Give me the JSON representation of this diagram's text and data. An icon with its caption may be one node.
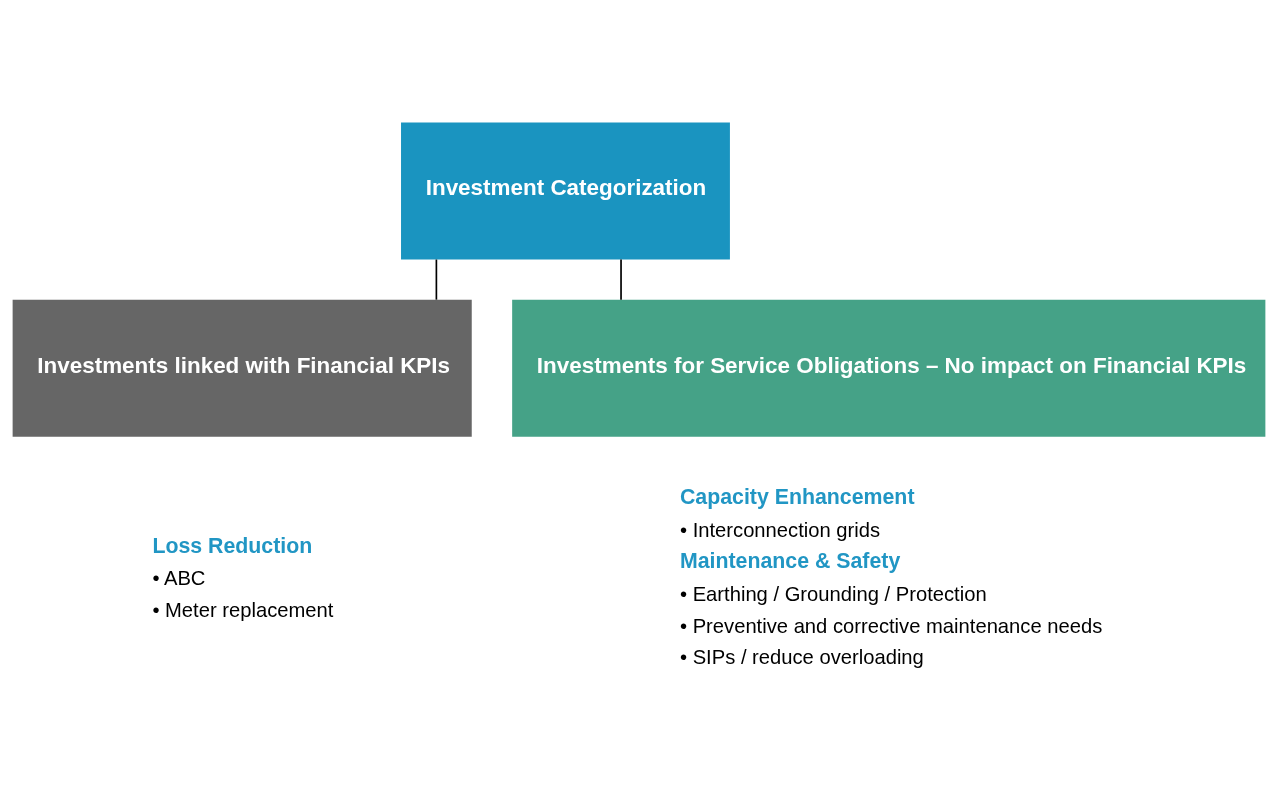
{
  "diagram": {
    "nodes": [
      {
        "text": [
          "Investment Categorization"
        ]
      },
      {
        "text": [
          "Investments linked with Financial KPIs"
        ],
        "beside": [
          "Loss Reduction",
          "• ABC",
          "• Meter replacement"
        ]
      },
      {
        "text": [
          "Investments for Service Obligations – No impact on Financial KPIs"
        ],
        "beside": [
          "Capacity Enhancement",
          "• Interconnection grids",
          "Maintenance & Safety",
          "• Earthing / Grounding / Protection",
          "• Preventive and corrective maintenance needs",
          "• SIPs / reduce overloading"
        ]
      }
    ],
    "edges": [
      {
        "from": 0,
        "to": 1,
        "arrow": "none"
      },
      {
        "from": 0,
        "to": 2,
        "arrow": "none"
      }
    ]
  }
}
